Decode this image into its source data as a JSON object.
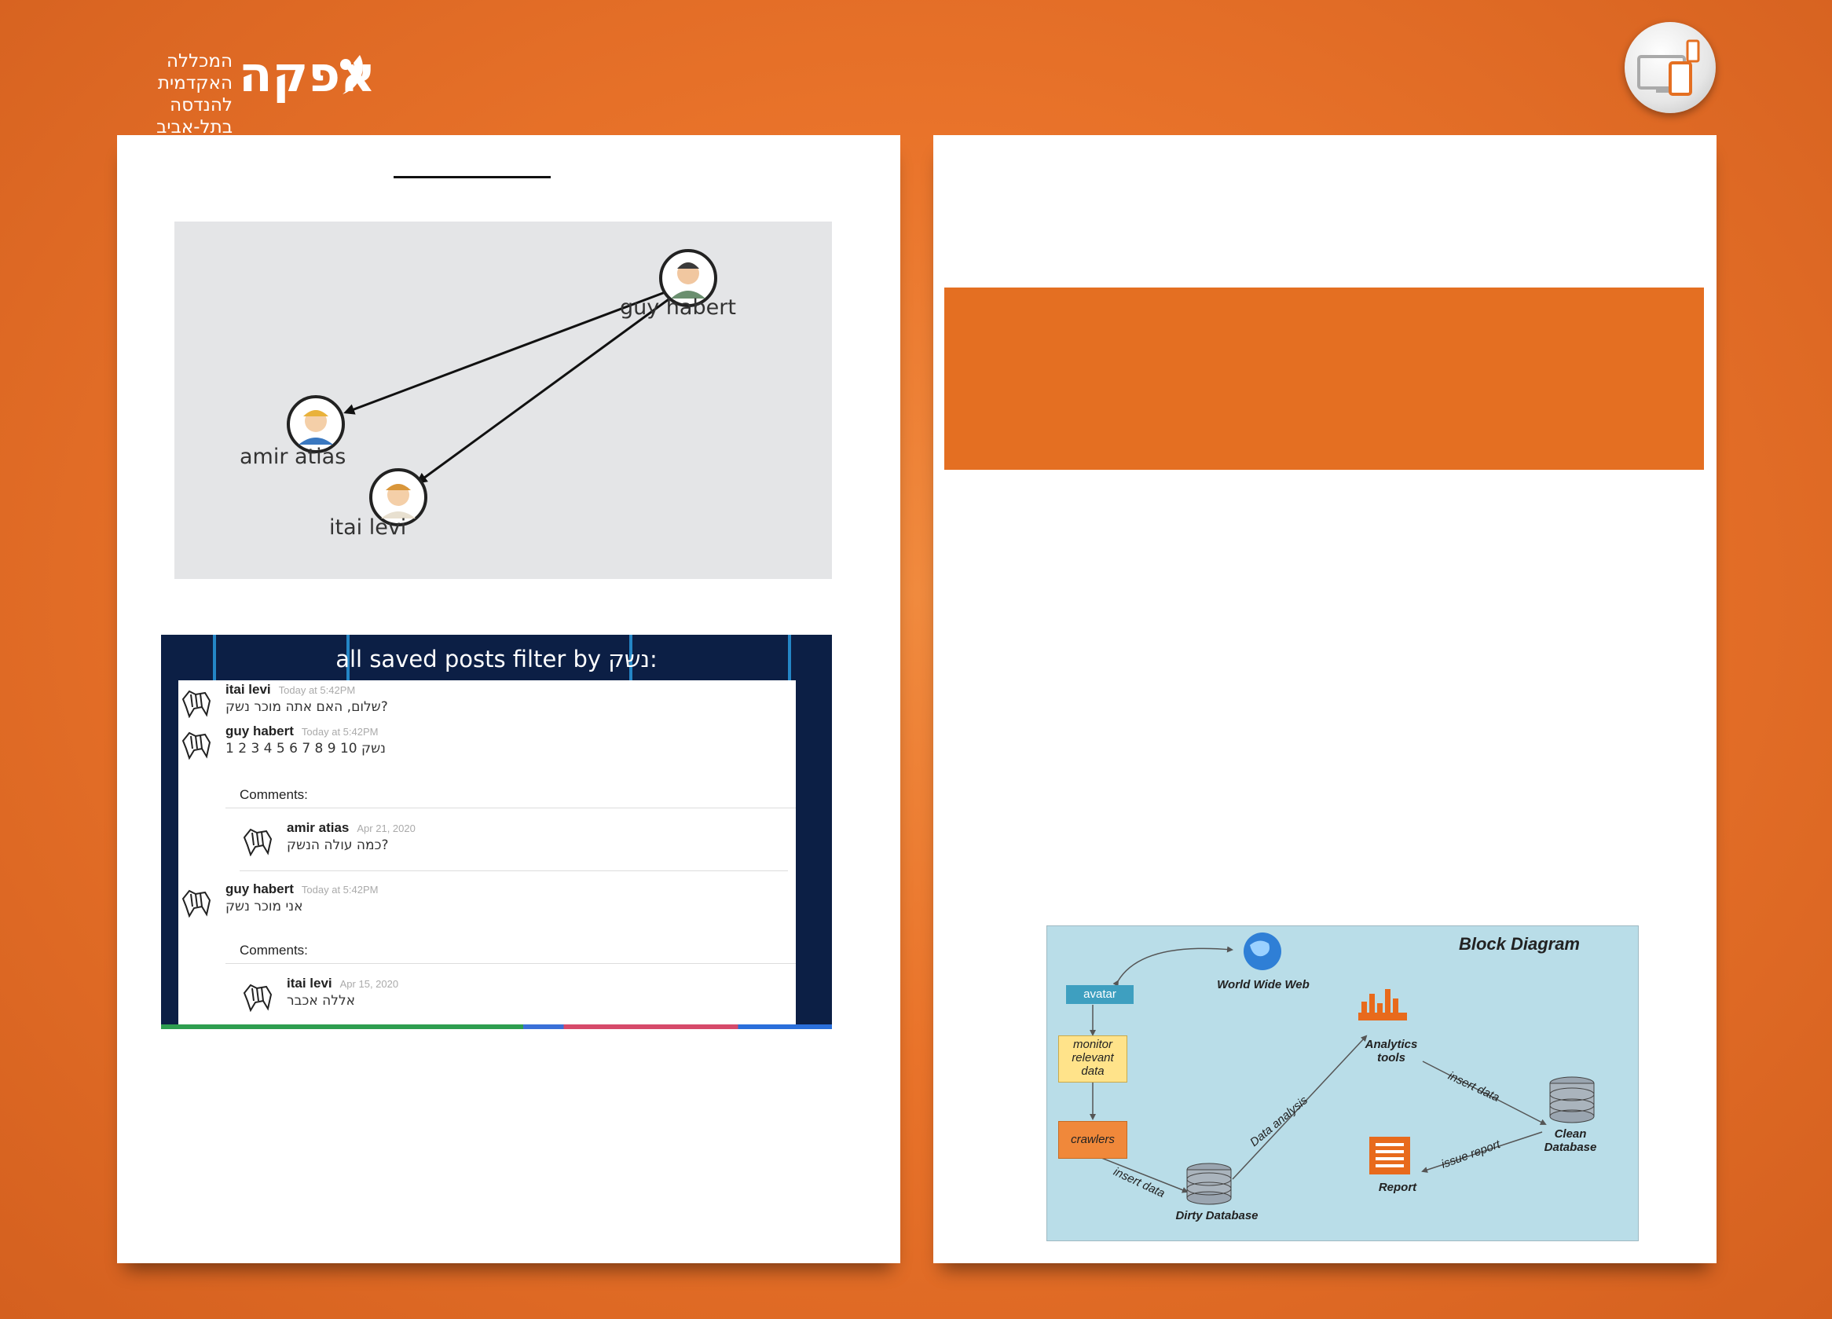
{
  "header": {
    "logo_line1": "המכללה האקדמית",
    "logo_line2": "להנדסה בתל-אביב",
    "logo_main": "אפקה"
  },
  "graph": {
    "nodes": [
      {
        "name": "guy habert"
      },
      {
        "name": "amir atias"
      },
      {
        "name": "itai levi"
      }
    ]
  },
  "saved_posts": {
    "title": "all saved posts filter by נשק:",
    "posts": [
      {
        "author": "itai levi",
        "time": "Today at 5:42PM",
        "text": "שלום, האם אתה מוכר נשק?"
      },
      {
        "author": "guy habert",
        "time": "Today at 5:42PM",
        "text": "1 2 3 4 5 6 7 8 9 10 נשק"
      },
      {
        "author": "amir atias",
        "time": "Apr 21, 2020",
        "text": "כמה עולה הנשק?"
      },
      {
        "author": "guy habert",
        "time": "Today at 5:42PM",
        "text": "אני מוכר נשק"
      },
      {
        "author": "itai levi",
        "time": "Apr 15, 2020",
        "text": "אללה אכבר"
      }
    ],
    "comments_label": "Comments:"
  },
  "block_diagram": {
    "title": "Block Diagram",
    "nodes": {
      "www": "World Wide Web",
      "avatar": "avatar",
      "monitor": "monitor relevant data",
      "crawlers": "crawlers",
      "dirty_db": "Dirty Database",
      "analytics": "Analytics tools",
      "clean_db": "Clean Database",
      "report": "Report"
    },
    "edges": {
      "insert_data_1": "insert data",
      "data_analysis": "Data analysis",
      "insert_data_2": "insert data",
      "issue_report": "issue report"
    }
  },
  "colors": {
    "background": "#e9732a",
    "band": "#e46f22",
    "posts_bg": "#0c1f45",
    "diagram_bg": "#b9dde8"
  }
}
